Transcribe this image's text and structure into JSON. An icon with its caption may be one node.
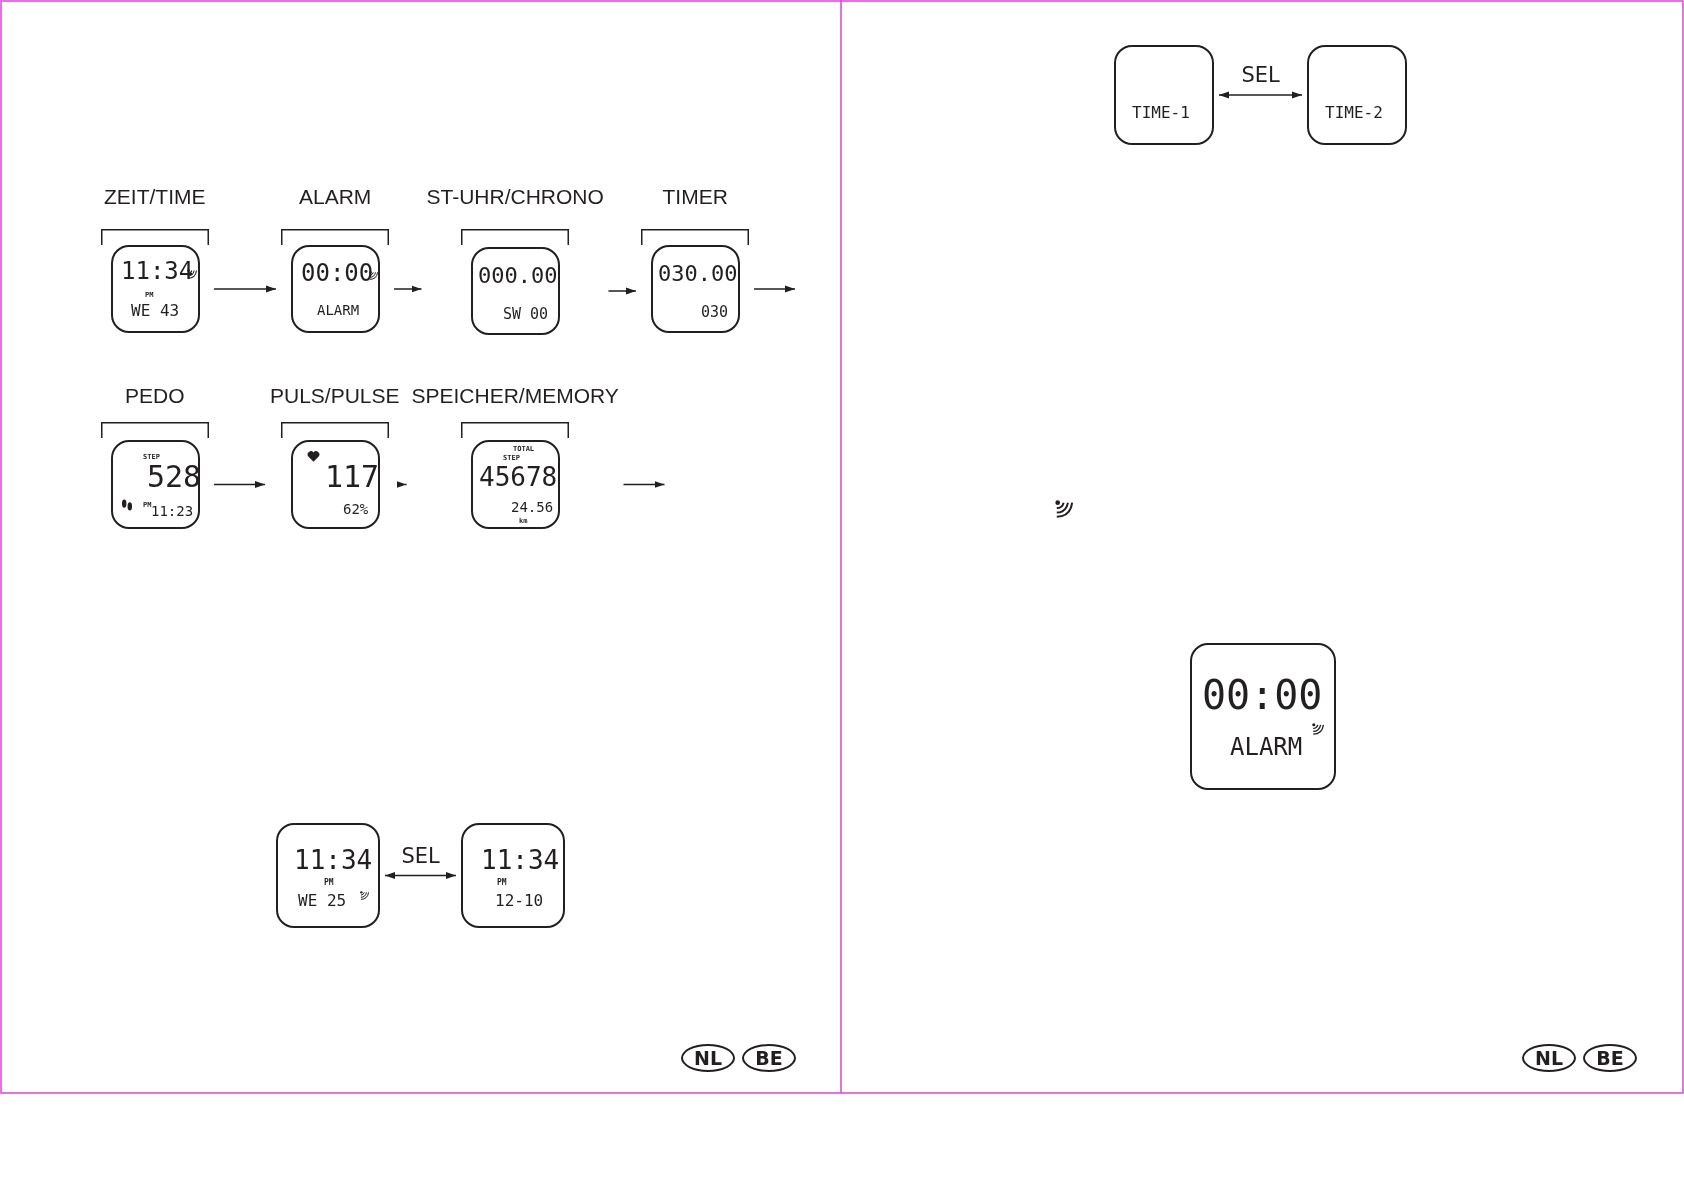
{
  "diagram": {
    "nodes": [
      {
        "text": [
          "ZEIT/TIME",
          "11:34",
          "PM",
          "WE 43"
        ]
      },
      {
        "text": [
          "ALARM",
          "00:00",
          "ALARM"
        ]
      },
      {
        "text": [
          "ST-UHR/CHRONO",
          "000.00",
          "SW 00"
        ]
      },
      {
        "text": [
          "TIMER",
          "030.00",
          "030"
        ]
      },
      {
        "text": [
          "PEDO",
          "STEP",
          "528",
          "PM",
          "11:23"
        ]
      },
      {
        "text": [
          "PULS/PULSE",
          "117",
          "62%"
        ]
      },
      {
        "text": [
          "SPEICHER/MEMORY",
          "TOTAL",
          "STEP",
          "45678",
          "24.56",
          "km"
        ]
      },
      {
        "text": [
          "11:34",
          "PM",
          "WE 25"
        ]
      },
      {
        "text": [
          "11:34",
          "PM",
          "12-10"
        ]
      },
      {
        "text": [
          "TIME-1"
        ]
      },
      {
        "text": [
          "TIME-2"
        ]
      },
      {
        "text": [
          "00:00",
          "ALARM"
        ]
      }
    ],
    "edges": [
      {
        "from": 0,
        "to": 1,
        "arrow": "to"
      },
      {
        "from": 1,
        "to": 2,
        "arrow": "to"
      },
      {
        "from": 2,
        "to": 3,
        "arrow": "to"
      },
      {
        "from": 3,
        "to": null,
        "arrow": "to"
      },
      {
        "from": 4,
        "to": 5,
        "arrow": "to"
      },
      {
        "from": 5,
        "to": 6,
        "arrow": "to"
      },
      {
        "from": 6,
        "to": null,
        "arrow": "to"
      },
      {
        "from": 7,
        "to": 8,
        "label": "SEL",
        "arrow": "both"
      },
      {
        "from": 9,
        "to": 10,
        "label": "SEL",
        "arrow": "both"
      }
    ],
    "labels": [
      "NL",
      "BE",
      "NL",
      "BE"
    ]
  }
}
